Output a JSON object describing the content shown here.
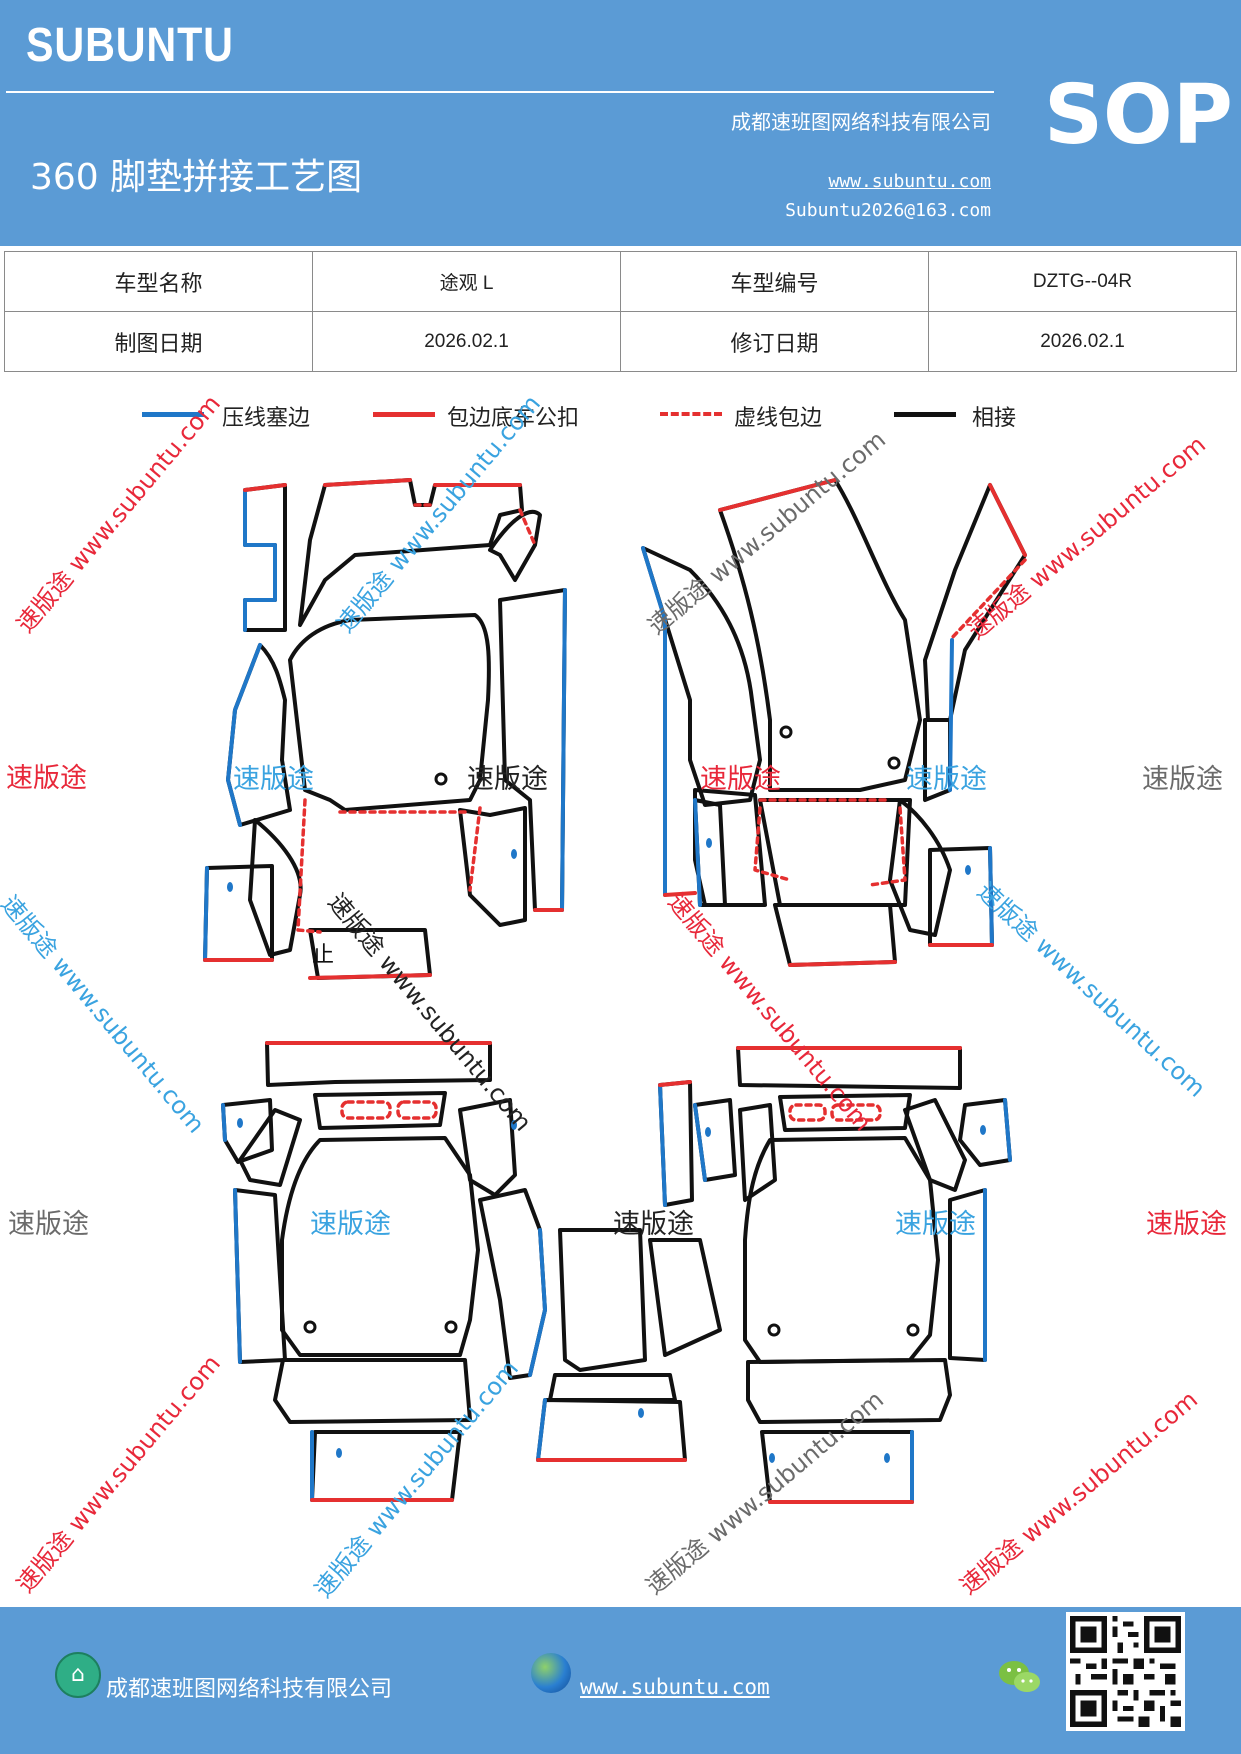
{
  "header": {
    "logo": "SUBUNTU",
    "title": "360 脚垫拼接工艺图",
    "company": "成都速班图网络科技有限公司",
    "website": "www.subuntu.com",
    "email": "Subuntu2026@163.com",
    "badge": "SOP"
  },
  "info_table": {
    "row1": {
      "label_a": "车型名称",
      "value_a": "途观 L",
      "label_b": "车型编号",
      "value_b": "DZTG--04R"
    },
    "row2": {
      "label_a": "制图日期",
      "value_a": "2026.02.1",
      "label_b": "修订日期",
      "value_b": "2026.02.1"
    }
  },
  "legend": [
    {
      "label": "压线塞边",
      "color": "#1f77c8",
      "style": "solid"
    },
    {
      "label": "包边底车公扣",
      "color": "#e53030",
      "style": "solid"
    },
    {
      "label": "虚线包边",
      "color": "#e53030",
      "style": "dashed"
    },
    {
      "label": "相接",
      "color": "#111111",
      "style": "solid"
    }
  ],
  "drawing_labels": {
    "stop": "止"
  },
  "watermarks": {
    "brand": "速版途",
    "site": "速版途 www.subuntu.com",
    "colors": {
      "red": "#e8283a",
      "blue": "#3aa3e0",
      "gray": "#6b6b6b",
      "black": "#222222"
    }
  },
  "footer": {
    "company": "成都速班图网络科技有限公司",
    "website": "www.subuntu.com"
  }
}
